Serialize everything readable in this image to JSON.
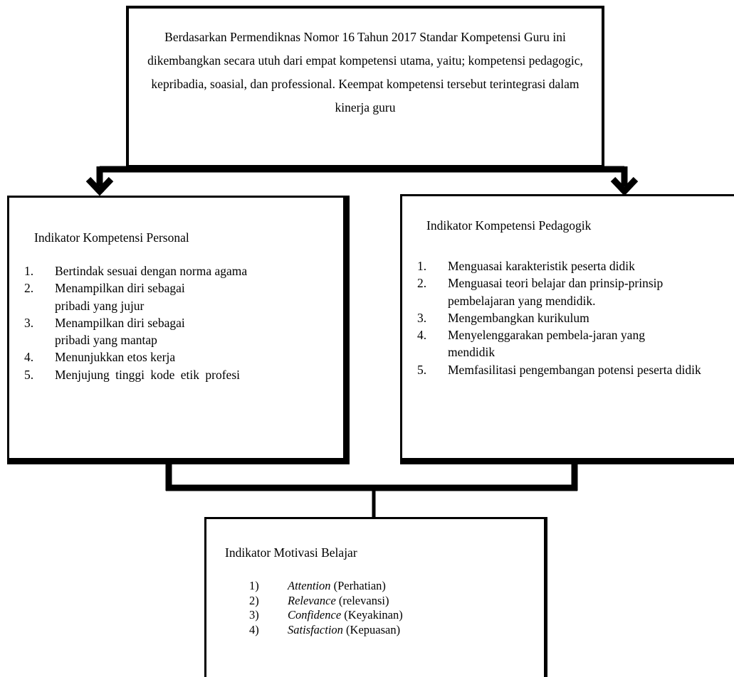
{
  "top": {
    "text": "Berdasarkan Permendiknas Nomor 16 Tahun 2017 Standar Kompetensi Guru ini dikembangkan secara utuh dari empat kompetensi utama, yaitu; kompetensi pedagogic, kepribadia, soasial, dan professional. Keempat kompetensi tersebut terintegrasi dalam kinerja guru"
  },
  "personal": {
    "title": "Indikator Kompetensi Personal",
    "items": [
      {
        "num": "1.",
        "text": "Bertindak sesuai dengan norma agama"
      },
      {
        "num": "2.",
        "text": "Menampilkan diri sebagai pribadi yang jujur"
      },
      {
        "num": "3.",
        "text": "Menampilkan diri sebagai pribadi yang mantap"
      },
      {
        "num": "4.",
        "text": "Menunjukkan etos kerja"
      },
      {
        "num": "5.",
        "text": "Menjujung tinggi kode etik profesi"
      }
    ]
  },
  "pedagogik": {
    "title": "Indikator Kompetensi Pedagogik",
    "items": [
      {
        "num": "1.",
        "text": "Menguasai karakteristik peserta didik"
      },
      {
        "num": "2.",
        "text": "Menguasai teori belajar dan prinsip-prinsip pembelajaran yang mendidik."
      },
      {
        "num": "3.",
        "text": "Mengembangkan kurikulum"
      },
      {
        "num": "4.",
        "text": "Menyelenggarakan pembela-jaran yang mendidik"
      },
      {
        "num": "5.",
        "text": "Memfasilitasi pengembangan potensi peserta didik"
      }
    ]
  },
  "motivasi": {
    "title": "Indikator Motivasi Belajar",
    "items": [
      {
        "num": "1)",
        "term": "Attention",
        "gloss": "(Perhatian)"
      },
      {
        "num": "2)",
        "term": "Relevance",
        "gloss": "(relevansi)"
      },
      {
        "num": "3)",
        "term": "Confidence",
        "gloss": "(Keyakinan)"
      },
      {
        "num": "4)",
        "term": "Satisfaction",
        "gloss": "(Kepuasan)"
      }
    ]
  }
}
